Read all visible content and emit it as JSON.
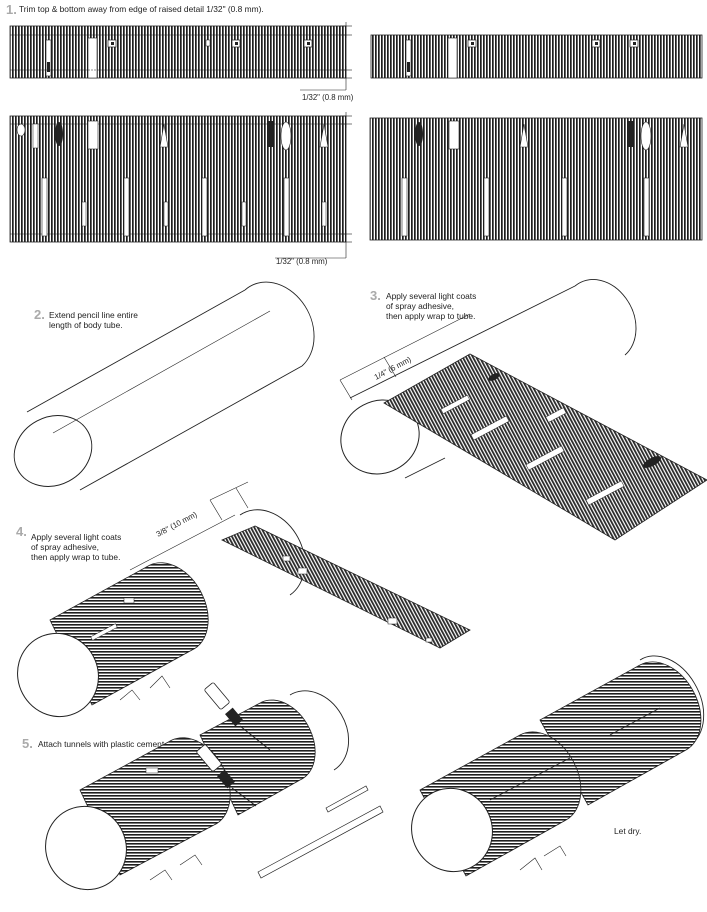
{
  "steps": [
    {
      "number": "1.",
      "lines": [
        "Trim top & bottom away from edge of raised detail 1/32\" (0.8 mm)."
      ]
    },
    {
      "number": "2.",
      "lines": [
        "Extend pencil line entire",
        "length of body tube."
      ]
    },
    {
      "number": "3.",
      "lines": [
        "Apply several light coats",
        "of spray adhesive,",
        "then apply wrap to tube."
      ]
    },
    {
      "number": "4.",
      "lines": [
        "Apply several light coats",
        "of spray adhesive,",
        "then apply wrap to tube."
      ]
    },
    {
      "number": "5.",
      "lines": [
        "Attach tunnels with plastic cement."
      ]
    }
  ],
  "dimensions": {
    "top_strip": "1/32\" (0.8 mm)",
    "bottom_strip": "1/32\" (0.8 mm)",
    "step3_offset": "1/4\" (6 mm)",
    "step4_offset": "3/8\" (10 mm)"
  },
  "final_note": "Let dry.",
  "colors": {
    "line": "#222222",
    "step_number": "#aaaaaa",
    "stripe": "#1e1e1e"
  }
}
